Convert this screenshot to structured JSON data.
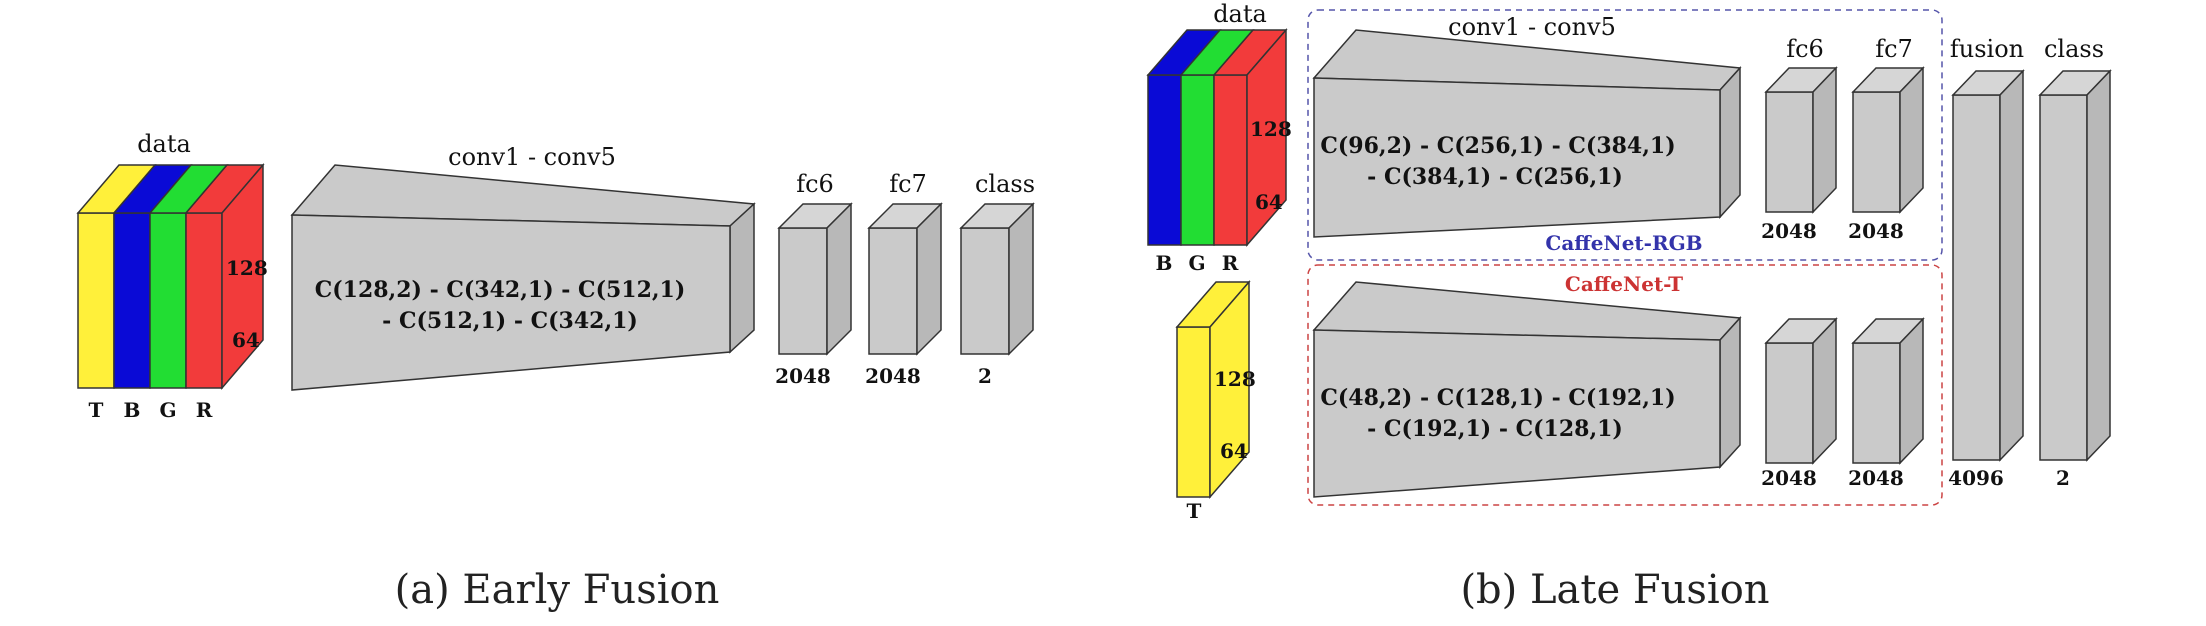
{
  "early": {
    "data_label": "data",
    "channels": [
      "T",
      "B",
      "G",
      "R"
    ],
    "dim_h": "128",
    "dim_w": "64",
    "conv_label": "conv1 - conv5",
    "conv_line1": "C(128,2) - C(342,1) - C(512,1)",
    "conv_line2": "- C(512,1) - C(342,1)",
    "fc6_label": "fc6",
    "fc6_size": "2048",
    "fc7_label": "fc7",
    "fc7_size": "2048",
    "class_label": "class",
    "class_size": "2",
    "caption": "(a) Early Fusion"
  },
  "late": {
    "data_label": "data",
    "rgb_channels": [
      "B",
      "G",
      "R"
    ],
    "rgb_dim_h": "128",
    "rgb_dim_w": "64",
    "t_channel": "T",
    "t_dim_h": "128",
    "t_dim_w": "64",
    "conv_label": "conv1 - conv5",
    "rgb_conv_line1": "C(96,2) - C(256,1) - C(384,1)",
    "rgb_conv_line2": "- C(384,1) - C(256,1)",
    "t_conv_line1": "C(48,2) - C(128,1) - C(192,1)",
    "t_conv_line2": "- C(192,1) - C(128,1)",
    "rgb_net_label": "CaffeNet-RGB",
    "t_net_label": "CaffeNet-T",
    "fc6_label": "fc6",
    "fc7_label": "fc7",
    "rgb_fc6_size": "2048",
    "rgb_fc7_size": "2048",
    "t_fc6_size": "2048",
    "t_fc7_size": "2048",
    "fusion_label": "fusion",
    "fusion_size": "4096",
    "class_label": "class",
    "class_size": "2",
    "caption": "(b) Late Fusion"
  },
  "colors": {
    "yellow": "#fff03a",
    "blue": "#0a0ad6",
    "green": "#22dd33",
    "red": "#f23b3b",
    "layer_gray": "#cacaca",
    "rgb_box": "#5555aa",
    "t_box": "#cc4444"
  }
}
